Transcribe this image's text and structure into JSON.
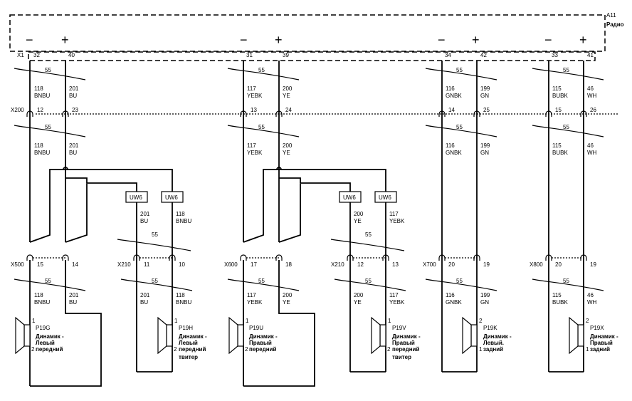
{
  "radio": {
    "id": "A11",
    "name": "Радио",
    "minus": "−",
    "plus": "+"
  },
  "x1": {
    "id": "X1",
    "pins": [
      "32",
      "40",
      "31",
      "39",
      "34",
      "42",
      "33",
      "41"
    ]
  },
  "x200": {
    "id": "X200",
    "pins": [
      "12",
      "23",
      "13",
      "24",
      "14",
      "25",
      "15",
      "26"
    ]
  },
  "twist": "55",
  "wires": {
    "c1": {
      "n": "118",
      "c": "BNBU"
    },
    "c2": {
      "n": "201",
      "c": "BU"
    },
    "c3": {
      "n": "117",
      "c": "YEBK"
    },
    "c4": {
      "n": "200",
      "c": "YE"
    },
    "c5": {
      "n": "116",
      "c": "GNBK"
    },
    "c6": {
      "n": "199",
      "c": "GN"
    },
    "c7": {
      "n": "115",
      "c": "BUBK"
    },
    "c8": {
      "n": "46",
      "c": "WH"
    }
  },
  "uw6": {
    "label": "UW6",
    "left_a": {
      "n": "201",
      "c": "BU"
    },
    "left_b": {
      "n": "118",
      "c": "BNBU"
    },
    "right_a": {
      "n": "200",
      "c": "YE"
    },
    "right_b": {
      "n": "117",
      "c": "YEBK"
    }
  },
  "lower": {
    "x500": {
      "id": "X500",
      "a": "15",
      "b": "14"
    },
    "x210a": {
      "id": "X210",
      "a": "11",
      "b": "10"
    },
    "x600": {
      "id": "X600",
      "a": "17",
      "b": "18"
    },
    "x210b": {
      "id": "X210",
      "a": "12",
      "b": "13"
    },
    "x700": {
      "id": "X700",
      "a": "20",
      "b": "19"
    },
    "x800": {
      "id": "X800",
      "a": "20",
      "b": "19"
    }
  },
  "speakers": [
    {
      "id": "P19G",
      "l1": "Динамик -",
      "l2": "Левый",
      "l3": "передний",
      "l4": "",
      "p1": "1",
      "p2": "2"
    },
    {
      "id": "P19H",
      "l1": "Динамик -",
      "l2": "Левый",
      "l3": "передний",
      "l4": "твитер",
      "p1": "1",
      "p2": "2"
    },
    {
      "id": "P19U",
      "l1": "Динамик -",
      "l2": "Правый",
      "l3": "передний",
      "l4": "",
      "p1": "1",
      "p2": "2"
    },
    {
      "id": "P19V",
      "l1": "Динамик -",
      "l2": "Правый",
      "l3": "передний",
      "l4": "твитер",
      "p1": "1",
      "p2": "2"
    },
    {
      "id": "P19K",
      "l1": "Динамик -",
      "l2": "Левый.",
      "l3": "задний",
      "l4": "",
      "p1": "2",
      "p2": "1"
    },
    {
      "id": "P19X",
      "l1": "Динамик -",
      "l2": "Правый",
      "l3": "задний",
      "l4": "",
      "p1": "2",
      "p2": "1"
    }
  ]
}
